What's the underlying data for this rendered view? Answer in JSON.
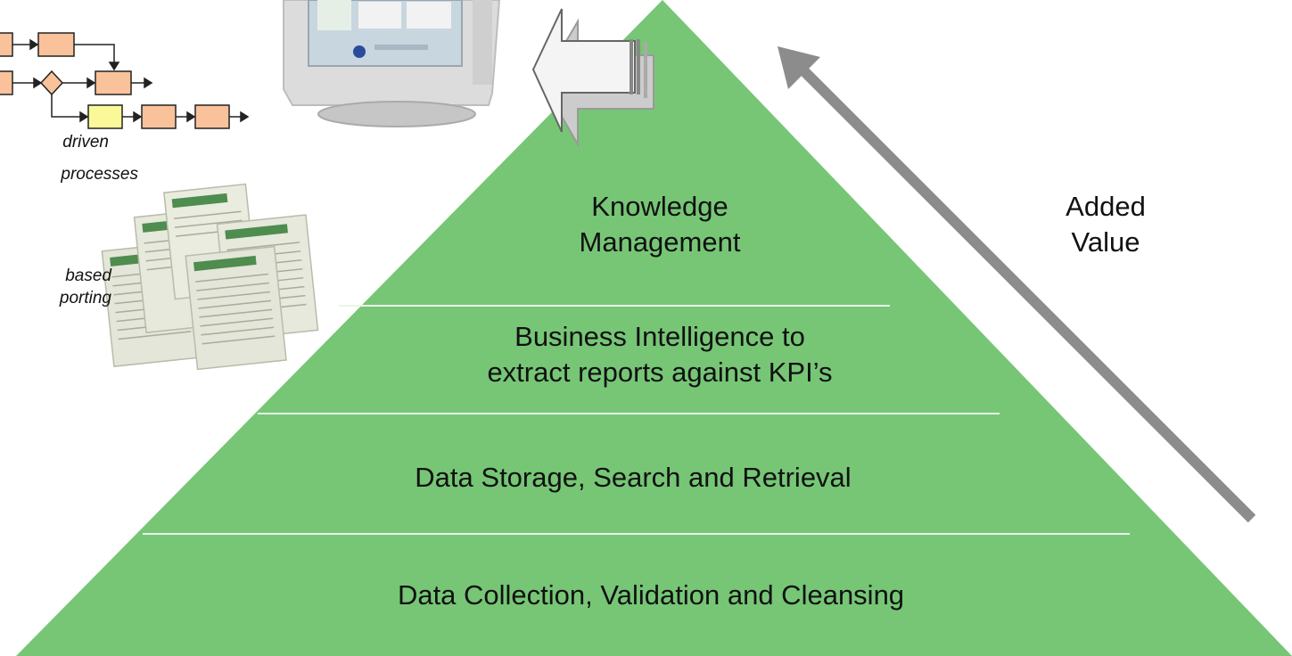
{
  "pyramid": {
    "layers": [
      {
        "line1": "Knowledge",
        "line2": "Management"
      },
      {
        "line1": "Business Intelligence to",
        "line2": "extract reports against KPI’s"
      },
      {
        "line1": "Data Storage, Search and Retrieval"
      },
      {
        "line1": "Data Collection, Validation and Cleansing"
      }
    ],
    "fill_color": "#76c676",
    "divider_color": "#e8f5e8"
  },
  "added_value": {
    "line1": "Added",
    "line2": "Value",
    "arrow_color": "#8c8c8c"
  },
  "side_labels": {
    "processes_line1": "driven",
    "processes_line2": "processes",
    "reporting_line1": "based",
    "reporting_line2": "porting"
  },
  "flowchart": {
    "box_color": "#f9c29a",
    "highlight_box_color": "#fbf89a"
  }
}
